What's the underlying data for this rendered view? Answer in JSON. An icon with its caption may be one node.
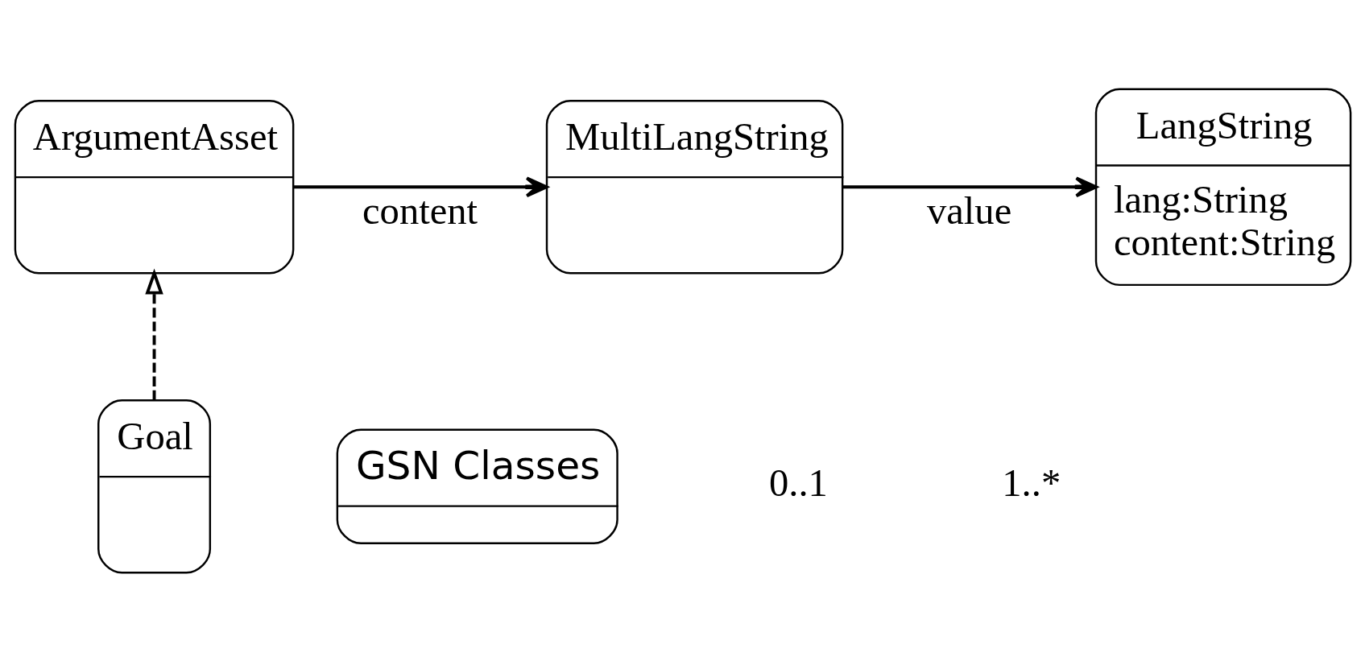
{
  "diagram": {
    "nodes": [
      {
        "text": [
          "ArgumentAsset"
        ]
      },
      {
        "text": [
          "MultiLangString"
        ]
      },
      {
        "text": [
          "LangString",
          "lang:String",
          "content:String"
        ]
      },
      {
        "text": [
          "Goal"
        ]
      },
      {
        "text": [
          "GSN Classes"
        ]
      }
    ],
    "edges": [
      {
        "from": 0,
        "to": 1,
        "arrow": "to",
        "label": "content"
      },
      {
        "from": 1,
        "to": 2,
        "arrow": "to",
        "label": "value"
      },
      {
        "from": 3,
        "to": 0,
        "arrow": "to",
        "style": "dashed"
      }
    ],
    "labels": [
      "0..1",
      "1..*"
    ]
  }
}
